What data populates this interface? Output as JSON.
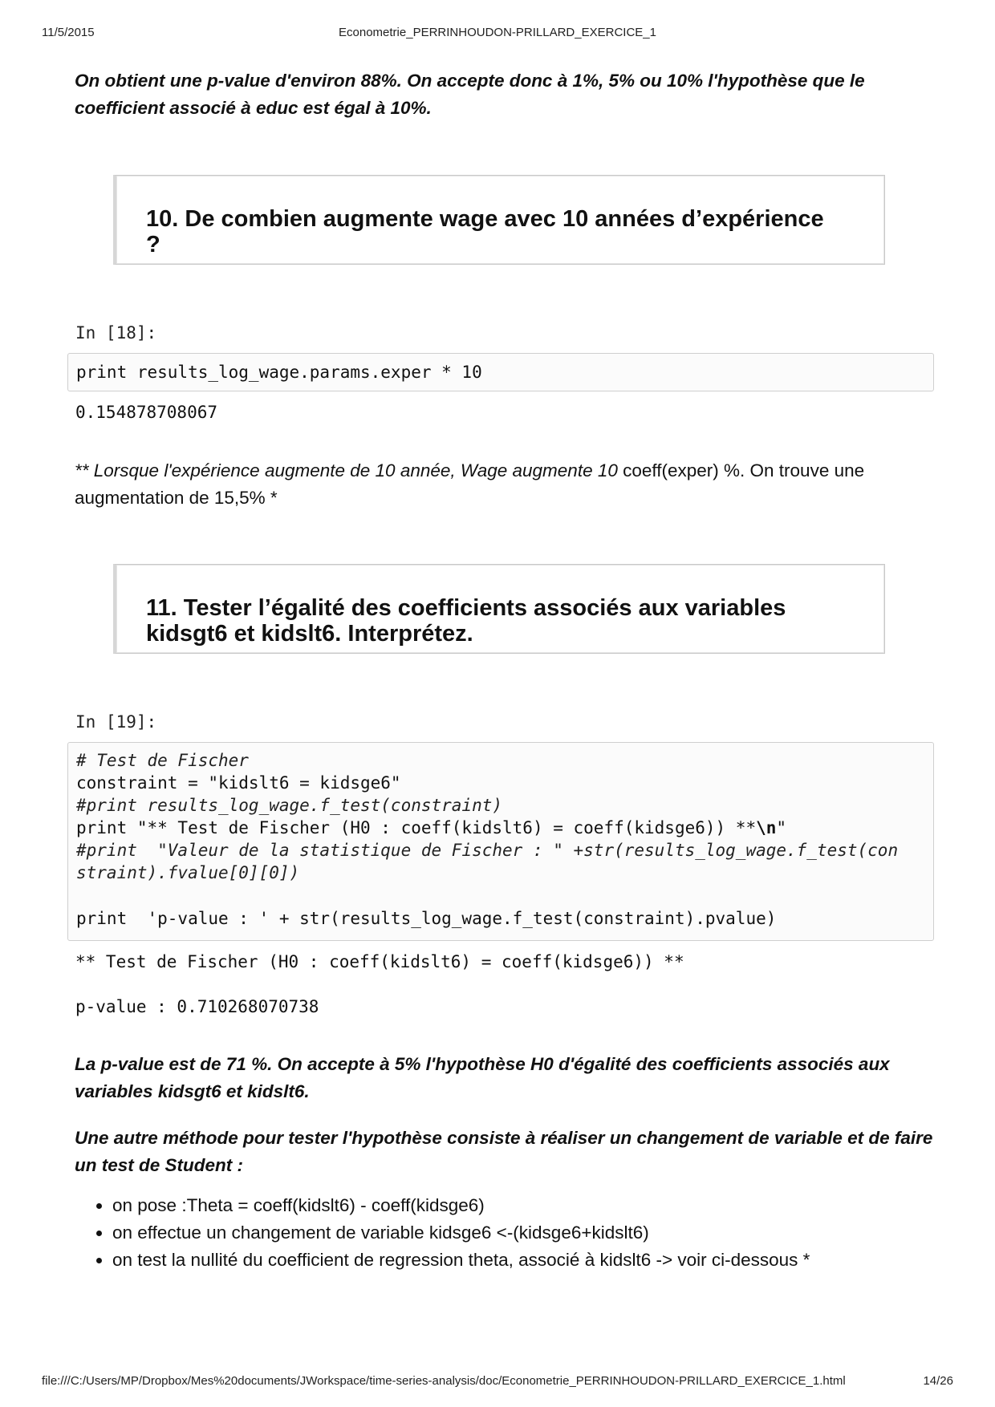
{
  "print_header": {
    "date": "11/5/2015",
    "title": "Econometrie_PERRINHOUDON-PRILLARD_EXERCICE_1"
  },
  "intro_paragraph": "On obtient une p-value d'environ 88%. On accepte donc à 1%, 5% ou 10% l'hypothèse que le coefficient associé à educ est égal à 10%.",
  "section_10": {
    "heading_line1": "10. De combien augmente wage avec 10 années d’expérience",
    "heading_line2": "?",
    "prompt": "In [18]:",
    "code": "print results_log_wage.params.exper * 10",
    "output": "0.154878708067",
    "explanation_italic": "** Lorsque l'expérience augmente de 10 année, Wage augmente 10",
    "explanation_plain": " coeff(exper) %. On trouve une augmentation de 15,5% *"
  },
  "section_11": {
    "heading_line1": "11. Tester l’égalité des coefficients associés aux variables",
    "heading_line2": "kidsgt6 et kidslt6. Interprétez.",
    "prompt": "In [19]:",
    "code_lines": {
      "l1": "# Test de Fischer",
      "l2": "constraint = \"kidslt6 = kidsge6\"",
      "l3": "#print results_log_wage.f_test(constraint)",
      "l4_pre": "print \"** Test de Fischer (H0 : coeff(kidslt6) = coeff(kidsge6)) **",
      "l4_esc": "\\n",
      "l4_post": "\"",
      "l5": "#print  \"Valeur de la statistique de Fischer : \" +str(results_log_wage.f_test(con",
      "l6": "straint).fvalue[0][0])",
      "l7": "print  'p-value : ' + str(results_log_wage.f_test(constraint).pvalue)"
    },
    "output_line1": "** Test de Fischer (H0 : coeff(kidslt6) = coeff(kidsge6)) **",
    "output_line2": "p-value : 0.710268070738",
    "conclusion": "La p-value est de 71 %. On accepte à 5% l'hypothèse H0 d'égalité des coefficients associés aux variables kidsgt6 et kidslt6.",
    "method_intro": "Une autre méthode pour tester l'hypothèse consiste à réaliser un changement de variable et de faire un test de Student :",
    "bullets": [
      "on pose :Theta = coeff(kidslt6) - coeff(kidsge6)",
      "on effectue un changement de variable kidsge6 <-(kidsge6+kidslt6)",
      "on test la nullité du coefficient de regression theta, associé à kidslt6 -> voir ci-dessous *"
    ]
  },
  "print_footer": {
    "path": "file:///C:/Users/MP/Dropbox/Mes%20documents/JWorkspace/time-series-analysis/doc/Econometrie_PERRINHOUDON-PRILLARD_EXERCICE_1.html",
    "pager": "14/26"
  }
}
